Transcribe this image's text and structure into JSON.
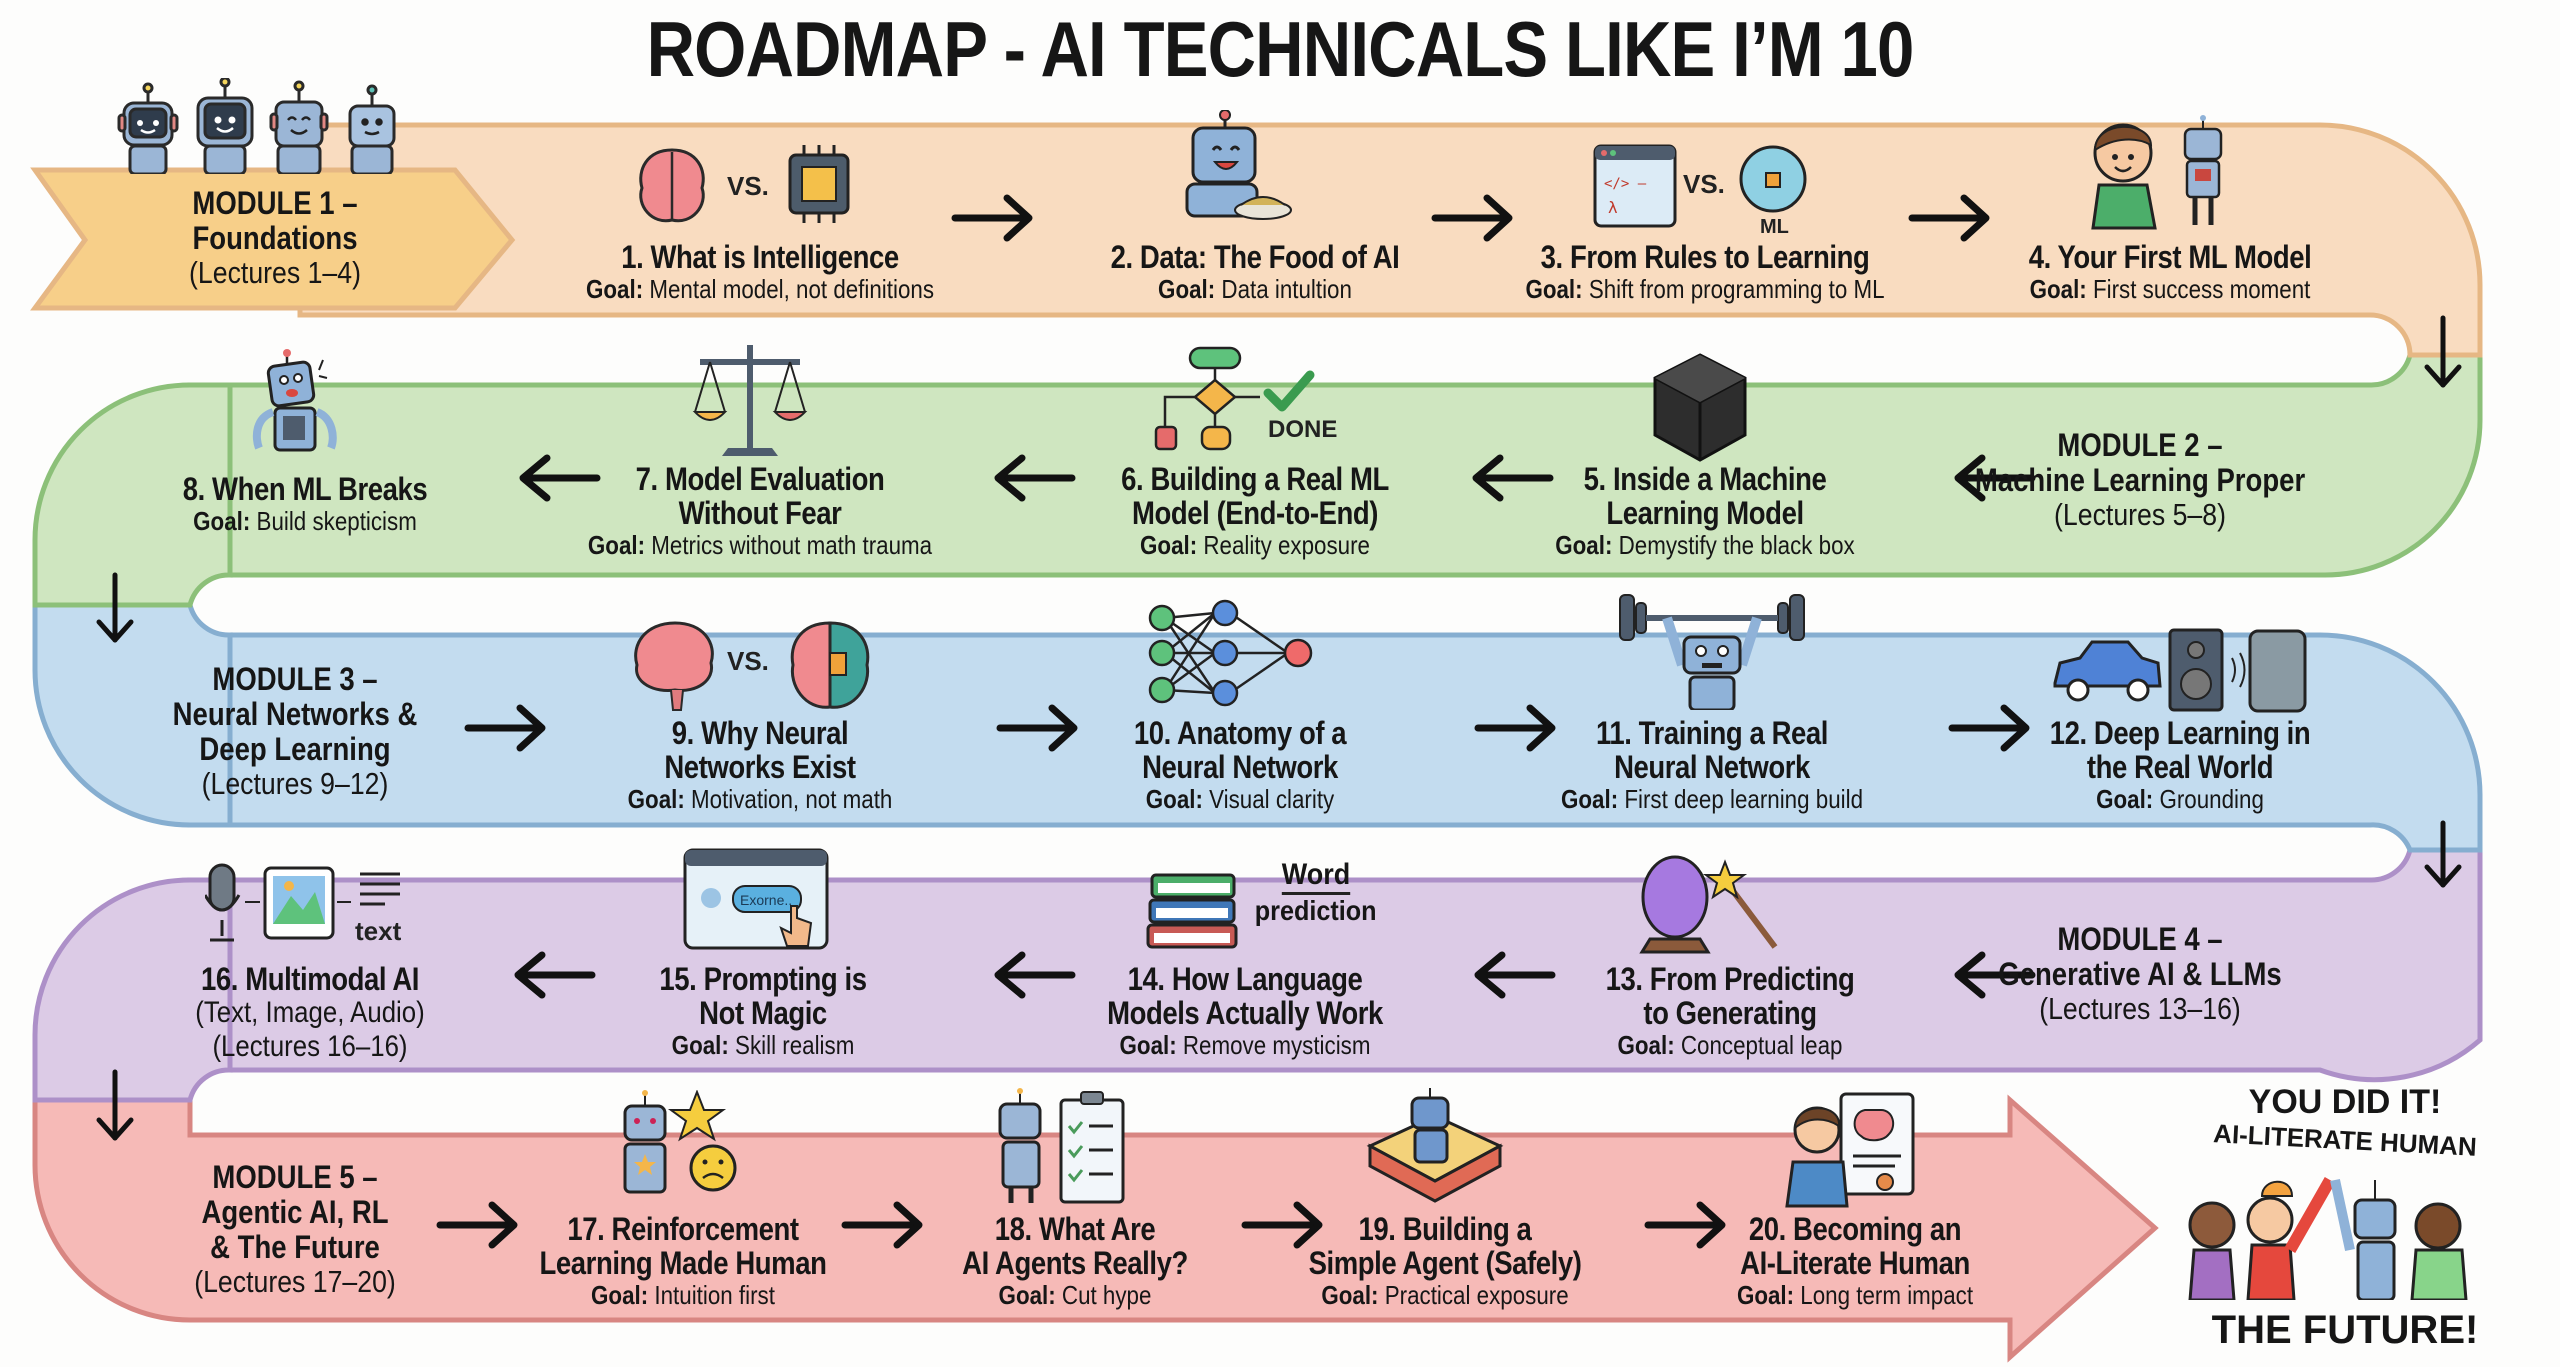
{
  "title": "ROADMAP - AI TECHNICALS LIKE I’M 10",
  "goal_prefix": "Goal:",
  "colors": {
    "module1": "#f9dcc0",
    "module1_border": "#e6b784",
    "module1_label": "#f7cf89",
    "module2": "#cfe6c0",
    "module2_border": "#8cc079",
    "module3": "#c3dcef",
    "module3_border": "#86aed0",
    "module4": "#dccbe6",
    "module4_border": "#ad90c8",
    "module5": "#f6bab7",
    "module5_border": "#d88682"
  },
  "modules": [
    {
      "title": "MODULE 1 –\nFoundations",
      "lectures": "(Lectures 1–4)",
      "icon": "robots-group-icon"
    },
    {
      "title": "MODULE 2 –\nMachine Learning Proper",
      "lectures": "(Lectures 5–8)"
    },
    {
      "title": "MODULE 3 –\nNeural Networks &\nDeep Learning",
      "lectures": "(Lectures 9–12)"
    },
    {
      "title": "MODULE 4 –\nGenerative AI & LLMs",
      "lectures": "(Lectures 13–16)"
    },
    {
      "title": "MODULE 5 –\nAgentic AI, RL\n& The Future",
      "lectures": "(Lectures 17–20)"
    }
  ],
  "lessons": [
    {
      "name": "1. What is Intelligence",
      "goal": "Mental model, not definitions",
      "icon": "brain-vs-chip-icon",
      "icon_text": "VS."
    },
    {
      "name": "2. Data: The Food of AI",
      "goal": "Data intultion",
      "icon": "robot-eating-icon"
    },
    {
      "name": "3. From Rules to Learning",
      "goal": "Shift from programming to ML",
      "icon": "code-vs-ml-icon",
      "icon_text": "VS.",
      "icon_caption": "ML"
    },
    {
      "name": "4. Your First ML Model",
      "goal": "First success moment",
      "icon": "kid-and-robot-icon"
    },
    {
      "name": "5. Inside a Machine\nLearning Model",
      "goal": "Demystify the black box",
      "icon": "black-box-icon"
    },
    {
      "name": "6. Building a Real ML\nModel (End-to-End)",
      "goal": "Reality exposure",
      "icon": "flowchart-icon",
      "icon_text": "DONE"
    },
    {
      "name": "7. Model Evaluation\nWithout Fear",
      "goal": "Metrics without math trauma",
      "icon": "scales-icon"
    },
    {
      "name": "8. When ML Breaks",
      "goal": "Build skepticism",
      "icon": "broken-robot-icon"
    },
    {
      "name": "9. Why Neural\nNetworks Exist",
      "goal": "Motivation, not math",
      "icon": "brain-vs-neural-brain-icon",
      "icon_text": "VS."
    },
    {
      "name": "10. Anatomy of a\nNeural Network",
      "goal": "Visual clarity",
      "icon": "neural-network-icon"
    },
    {
      "name": "11. Training a Real\nNeural Network",
      "goal": "First deep learning build",
      "icon": "robot-lifting-icon"
    },
    {
      "name": "12. Deep Learning in\nthe Real World",
      "goal": "Grounding",
      "icon": "car-speaker-phone-icon"
    },
    {
      "name": "13. From Predicting\nto Generating",
      "goal": "Conceptual leap",
      "icon": "crystal-ball-wand-icon"
    },
    {
      "name": "14. How Language\nModels Actually Work",
      "goal": "Remove mysticism",
      "icon": "books-icon",
      "icon_text": "Word",
      "icon_caption": "prediction"
    },
    {
      "name": "15. Prompting is\nNot Magic",
      "goal": "Skill realism",
      "icon": "prompt-window-icon",
      "icon_text": "Exorne.."
    },
    {
      "name": "16. Multimodal AI",
      "sub": "(Text, Image, Audio)\n(Lectures 16–16)",
      "icon": "mic-image-text-icon",
      "icon_text": "text"
    },
    {
      "name": "17. Reinforcement\nLearning Made Human",
      "goal": "Intuition first",
      "icon": "robot-star-frown-icon"
    },
    {
      "name": "18. What Are\nAI Agents Really?",
      "goal": "Cut hype",
      "icon": "robot-checklist-icon"
    },
    {
      "name": "19. Building a\nSimple Agent (Safely)",
      "goal": "Practical exposure",
      "icon": "robot-sandbox-icon"
    },
    {
      "name": "20. Becoming an\nAI-Literate Human",
      "goal": "Long term impact",
      "icon": "person-certificate-icon"
    }
  ],
  "finale": {
    "line1": "YOU DID IT!",
    "line2": "AI-LITERATE HUMAN",
    "line3": "THE FUTURE!",
    "icon": "people-high-five-robot-icon"
  }
}
